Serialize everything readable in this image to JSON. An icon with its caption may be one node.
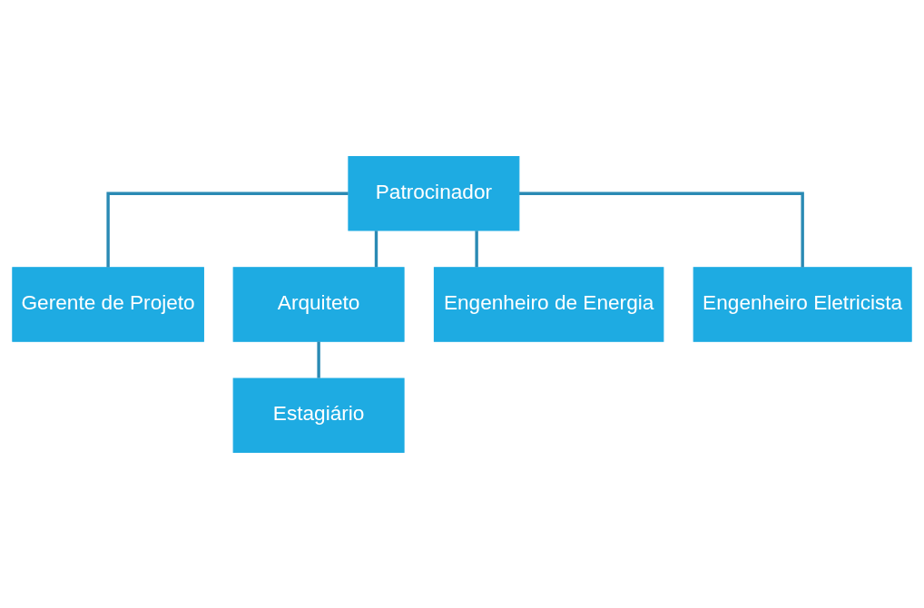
{
  "diagram": {
    "nodes": [
      {
        "text": [
          "Patrocinador"
        ]
      },
      {
        "text": [
          "Gerente de Projeto"
        ]
      },
      {
        "text": [
          "Arquiteto"
        ]
      },
      {
        "text": [
          "Engenheiro de Energia"
        ]
      },
      {
        "text": [
          "Engenheiro Eletricista"
        ]
      },
      {
        "text": [
          "Estagiário"
        ]
      }
    ],
    "edges": [
      {
        "from": 0,
        "to": 1,
        "arrow": "none"
      },
      {
        "from": 0,
        "to": 2,
        "arrow": "none"
      },
      {
        "from": 0,
        "to": 3,
        "arrow": "none"
      },
      {
        "from": 0,
        "to": 4,
        "arrow": "none"
      },
      {
        "from": 2,
        "to": 5,
        "arrow": "none"
      }
    ]
  }
}
